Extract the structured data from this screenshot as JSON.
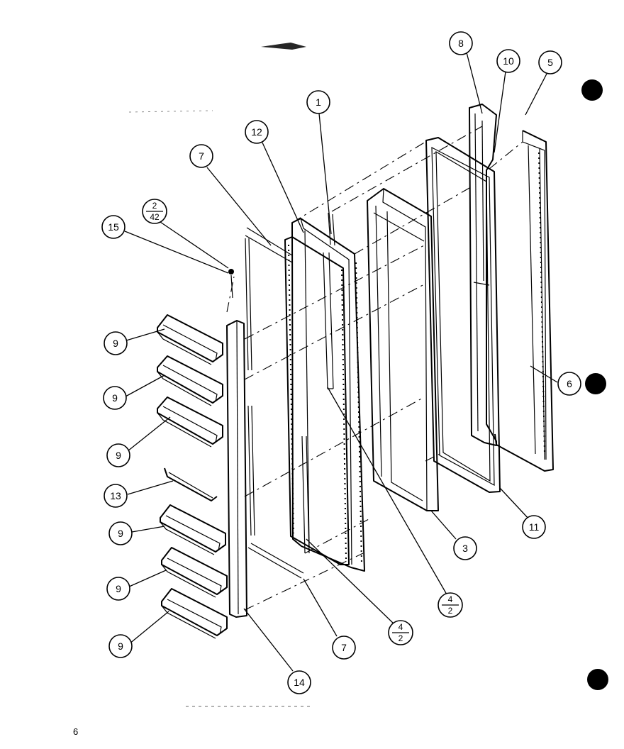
{
  "diagram": {
    "callouts": [
      {
        "id": "c-8",
        "label": "8"
      },
      {
        "id": "c-10",
        "label": "10"
      },
      {
        "id": "c-5",
        "label": "5"
      },
      {
        "id": "c-1",
        "label": "1"
      },
      {
        "id": "c-12",
        "label": "12"
      },
      {
        "id": "c-7-top",
        "label": "7"
      },
      {
        "id": "c-2-42",
        "top": "2",
        "bottom": "42"
      },
      {
        "id": "c-15",
        "label": "15"
      },
      {
        "id": "c-9-a",
        "label": "9"
      },
      {
        "id": "c-9-b",
        "label": "9"
      },
      {
        "id": "c-9-c",
        "label": "9"
      },
      {
        "id": "c-13",
        "label": "13"
      },
      {
        "id": "c-9-d",
        "label": "9"
      },
      {
        "id": "c-9-e",
        "label": "9"
      },
      {
        "id": "c-9-f",
        "label": "9"
      },
      {
        "id": "c-6",
        "label": "6"
      },
      {
        "id": "c-11",
        "label": "11"
      },
      {
        "id": "c-3",
        "label": "3"
      },
      {
        "id": "c-4-2-right",
        "top": "4",
        "bottom": "2"
      },
      {
        "id": "c-4-2-bottom",
        "top": "4",
        "bottom": "2"
      },
      {
        "id": "c-7-bottom",
        "label": "7"
      },
      {
        "id": "c-14",
        "label": "14"
      }
    ]
  },
  "page_number": "6"
}
